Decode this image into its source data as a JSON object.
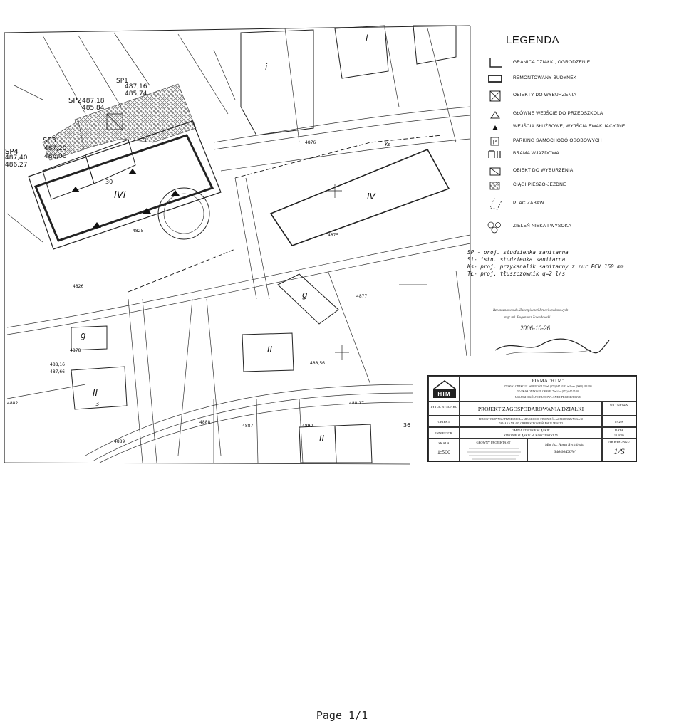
{
  "legend": {
    "title": "LEGENDA",
    "items": [
      {
        "label": "GRANICA DZIAŁKI, OGRODZENIE",
        "icon": "boundary-line-icon"
      },
      {
        "label": "REMONTOWANY BUDYNEK",
        "icon": "renovated-building-icon"
      },
      {
        "label": "OBIEKTY DO WYBURZENIA",
        "icon": "demolition-object-icon"
      },
      {
        "label": "GŁÓWNE WEJŚCIE DO PRZEDSZKOLA",
        "icon": "main-entrance-triangle-icon"
      },
      {
        "label": "WEJŚCIA SŁUŻBOWE, WYJŚCIA EWAKUACYJNE",
        "icon": "service-entrance-triangle-icon"
      },
      {
        "label": "PARKING SAMOCHODÓ OSOBOWYCH",
        "icon": "parking-p-icon"
      },
      {
        "label": "BRAMA WJAZDOWA",
        "icon": "entry-gate-icon"
      },
      {
        "label": "OBIEKT DO WYBURZENIA",
        "icon": "demolition-object-icon"
      },
      {
        "label": "CIĄGI PIESZO-JEZDNE",
        "icon": "pedestrian-road-hatch-icon"
      },
      {
        "label": "PLAC ZABAW",
        "icon": "playground-icon"
      },
      {
        "label": "ZIELEŃ NISKA I WYSOKA",
        "icon": "greenery-icon"
      }
    ]
  },
  "notes": [
    "SP - proj. studzienka sanitarna",
    "Si- istn. studzienka sanitarna",
    "Ks- proj. przykanalik sanitarny z rur PCV 160 mm",
    "TŁ- proj. tłuszczownik q=2 l/s"
  ],
  "stamp": {
    "line1": "Rzeczoznawca ds. Zabezpieczeń Przeciwpożarowych",
    "line2": "mgr inż. Eugeniusz Zawadowski",
    "date": "2006-10-26"
  },
  "title_block": {
    "logo": "HTM",
    "firm": "FIRMA \"HTM\"",
    "firm_address_1": "57-300 KŁODZKO UL.WOLNOŚCI 53 tel. (074) 647 53 33 tel.kom. (0601) 193 995",
    "firm_address_2": "57-300 KŁODZKO UL.OKRZEI 7 tel.fax. (074) 647 05 00",
    "firm_services": "USŁUGI OGÓLNOBUDOWLANE I PROJEKTOWE",
    "labels": {
      "title": "TYTUŁ RYSUNKU",
      "object": "OBIEKT",
      "investor": "INWESTOR",
      "scale": "SKALA",
      "contract": "NR UMOWY",
      "phase": "FAZA",
      "date": "DATA",
      "drawing_no": "NR RYSUNKU"
    },
    "title": "PROJEKT ZAGOSPODAROWANIA DZIAŁKI",
    "object_1": "REMONT BUDYNKU PRZEDSZKOLA MIEJSKIEGO, STRONIE ŚL. ul. MADERZYŃSKA 30",
    "object_2": "DZIAŁKA NR 420, OBRĘB STRONIE ŚLĄSKIE MIASTO",
    "investor_1": "GMINA STRONIE ŚLĄSKIE",
    "investor_2": "STRONIE ŚLĄSKIE ul. KOŚCIUSZKI 55",
    "date": "10.2006",
    "scale": "1:500",
    "chief_designer": "GŁÓWNY PROJEKTANT",
    "designer": "Mgr inż. Aneta Rychlińska",
    "designer_no": "346/00/DUW",
    "drawing_no": "1/S"
  },
  "map_labels": {
    "sp2": "SP2",
    "sp3": "SP3",
    "sp4": "SP4",
    "sp1": "SP1",
    "b_ivi": "IVi",
    "b_iv": "IV",
    "b_i1": "i",
    "b_i2": "i",
    "b_g1": "g",
    "b_g2": "g",
    "b_ii1": "II",
    "b_ii2": "II",
    "b_ii3": "II",
    "num_30": "30",
    "num_3": "3",
    "num_36": "36",
    "e1": "487,16",
    "e2": "485,74",
    "e3": "487,18",
    "e4": "485,84",
    "e5": "487,20",
    "e6": "486,00",
    "e7": "487,40",
    "e8": "486,27",
    "tl": "TŁ",
    "ks": "Ks",
    "d1": "4825",
    "d2": "4876",
    "d3": "4875",
    "d4": "4877",
    "d5": "4826",
    "d6": "4878",
    "d7": "4882",
    "d8": "488,56",
    "d9": "487,66",
    "d10": "488,16",
    "d11": "4888",
    "d12": "488,17",
    "d13": "4887",
    "d14": "4889",
    "d15": "4890"
  },
  "footer": "Page 1/1"
}
